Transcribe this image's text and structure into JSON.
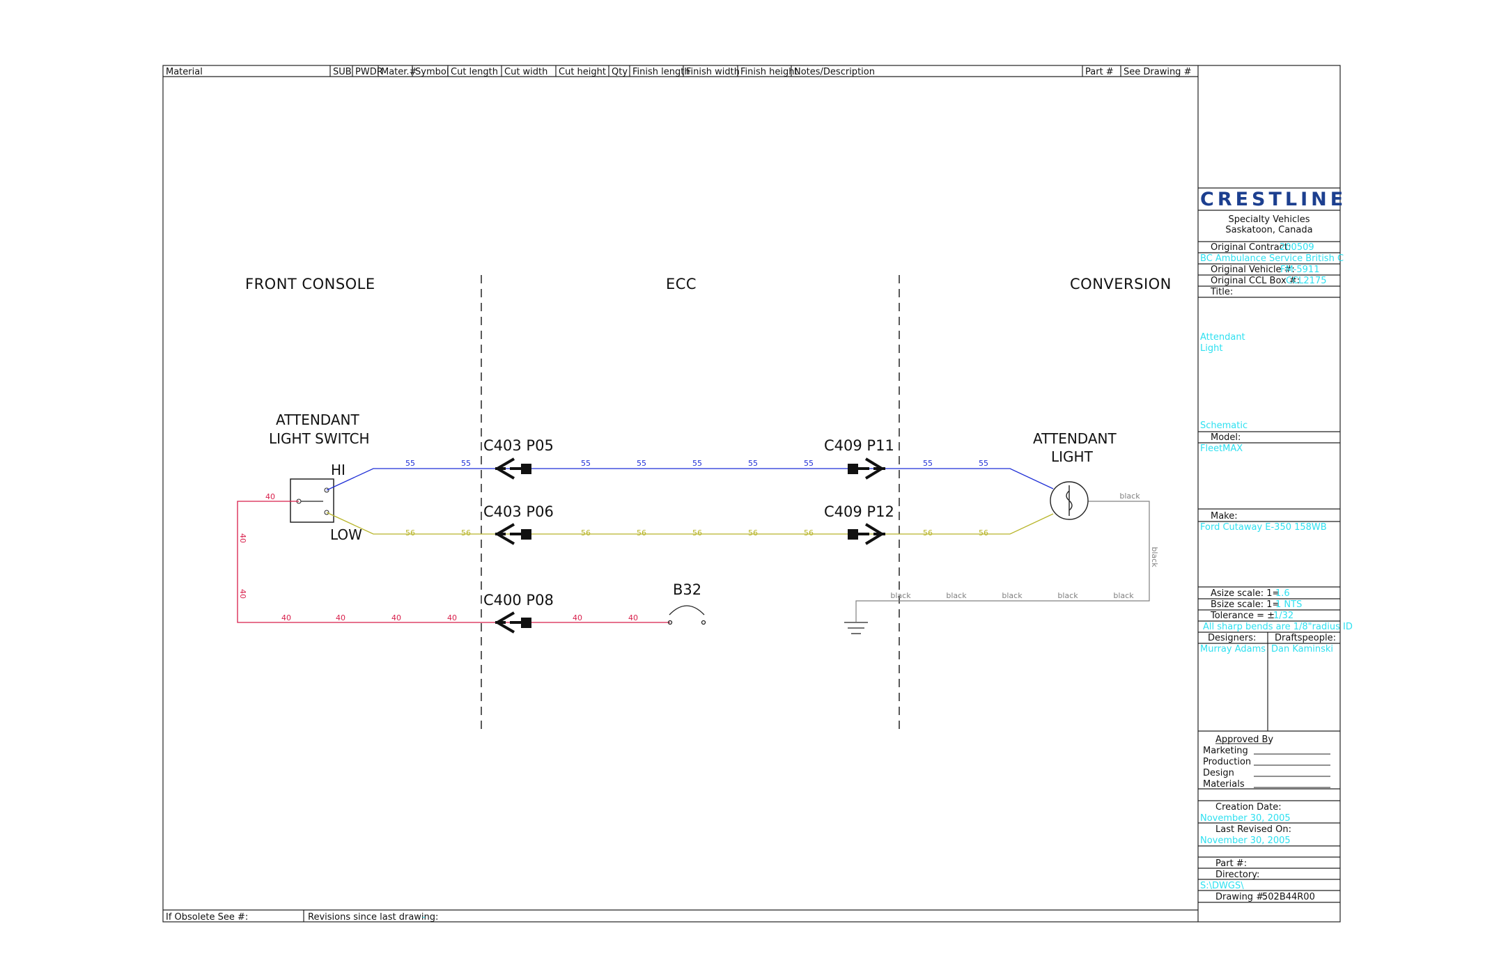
{
  "header_columns": [
    "Material",
    "SUB",
    "PWDR",
    "Mater.#",
    "Symbol",
    "Cut length",
    "Cut width",
    "Cut height",
    "Qty",
    "Finish length",
    "Finish width",
    "Finish height",
    "Notes/Description",
    "Part #",
    "See Drawing #"
  ],
  "footer": {
    "obsolete_label": "If Obsolete See #:",
    "revisions_label": "Revisions since last drawing:",
    "revisions_value": "-"
  },
  "zones": {
    "front": "FRONT CONSOLE",
    "ecc": "ECC",
    "conversion": "CONVERSION"
  },
  "switch": {
    "title_line1": "ATTENDANT",
    "title_line2": "LIGHT SWITCH",
    "hi": "HI",
    "low": "LOW"
  },
  "light": {
    "title_line1": "ATTENDANT",
    "title_line2": "LIGHT"
  },
  "connectors": {
    "c403_p05": "C403 P05",
    "c409_p11": "C409 P11",
    "c403_p06": "C403 P06",
    "c409_p12": "C409 P12",
    "c400_p08": "C400 P08",
    "b32": "B32"
  },
  "wires": {
    "w55": "55",
    "w56": "56",
    "w40": "40",
    "black": "black"
  },
  "colors": {
    "blue": "#1f2fd6",
    "olive": "#b8b52a",
    "red": "#d81e4a",
    "gray": "#808080",
    "cyan": "#2ee0f0",
    "navy": "#1c3f8f"
  },
  "titleblock": {
    "logo": "CRESTLINE",
    "company_line1": "Specialty Vehicles",
    "company_line2": "Saskatoon, Canada",
    "orig_contract_label": "Original Contract:",
    "orig_contract_value": "200509",
    "customer": "BC Ambulance Service British C",
    "orig_vehicle_label": "Original Vehicle #:",
    "orig_vehicle_value": "FM-5911",
    "orig_ccl_label": "Original CCL Box #:",
    "orig_ccl_value": "CCL2175",
    "title_label": "Title:",
    "title_line1": "Attendant",
    "title_line2": "Light",
    "title_type": "Schematic",
    "model_label": "Model:",
    "model_value": "FleetMAX",
    "make_label": "Make:",
    "make_value": "Ford Cutaway E-350 158WB",
    "asize_label": "Asize scale: 1=",
    "asize_value": "1.6",
    "bsize_label": "Bsize scale: 1=",
    "bsize_value": "1  NTS",
    "tolerance_label": "Tolerance = ±",
    "tolerance_value": "1/32",
    "bends_note": "All sharp bends are 1/8\"radius ID",
    "designers_label": "Designers:",
    "designers_value": "Murray Adams",
    "draftspeople_label": "Draftspeople:",
    "draftspeople_value": "Dan Kaminski",
    "approved_label": "Approved By",
    "approvals": [
      "Marketing",
      "Production",
      "Design",
      "Materials"
    ],
    "creation_label": "Creation Date:",
    "creation_value": "November 30, 2005",
    "revised_label": "Last Revised On:",
    "revised_value": "November 30, 2005",
    "part_label": "Part #:",
    "directory_label": "Directory:",
    "directory_value": "S:\\DWGS\\",
    "drawing_label": "Drawing #:",
    "drawing_value": "502B44R00"
  }
}
